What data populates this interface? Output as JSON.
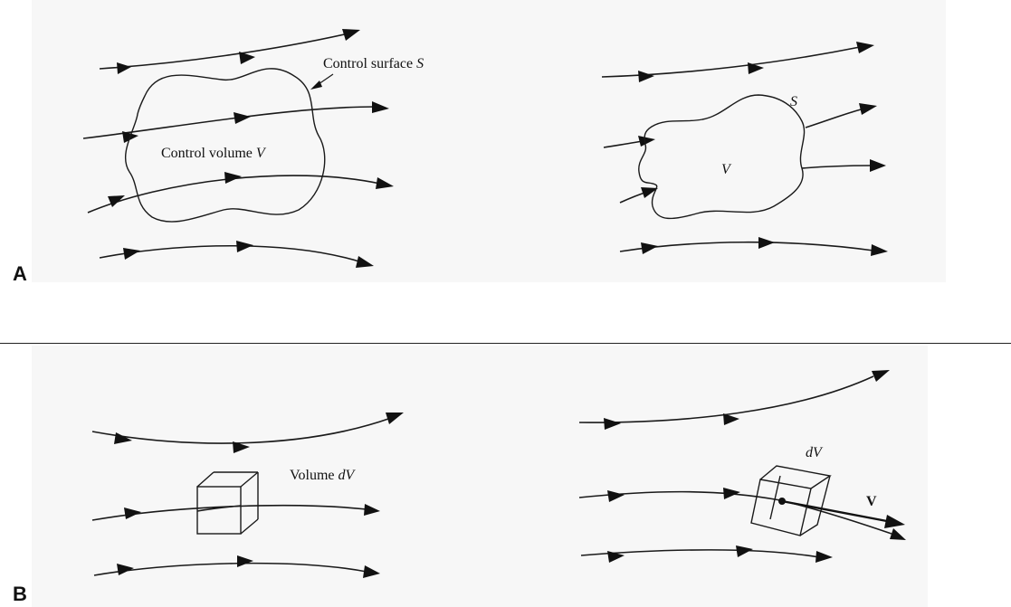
{
  "panels": {
    "a": {
      "label": "A",
      "left": {
        "surface_label_text": "Control surface ",
        "surface_label_symbol": "S",
        "volume_label_text": "Control volume ",
        "volume_label_symbol": "V"
      },
      "right": {
        "surface_symbol": "S",
        "volume_symbol": "V"
      }
    },
    "b": {
      "label": "B",
      "left": {
        "volume_label_text": "Volume ",
        "volume_label_symbol": "dV"
      },
      "right": {
        "volume_symbol": "dV",
        "velocity_symbol": "V"
      }
    }
  }
}
